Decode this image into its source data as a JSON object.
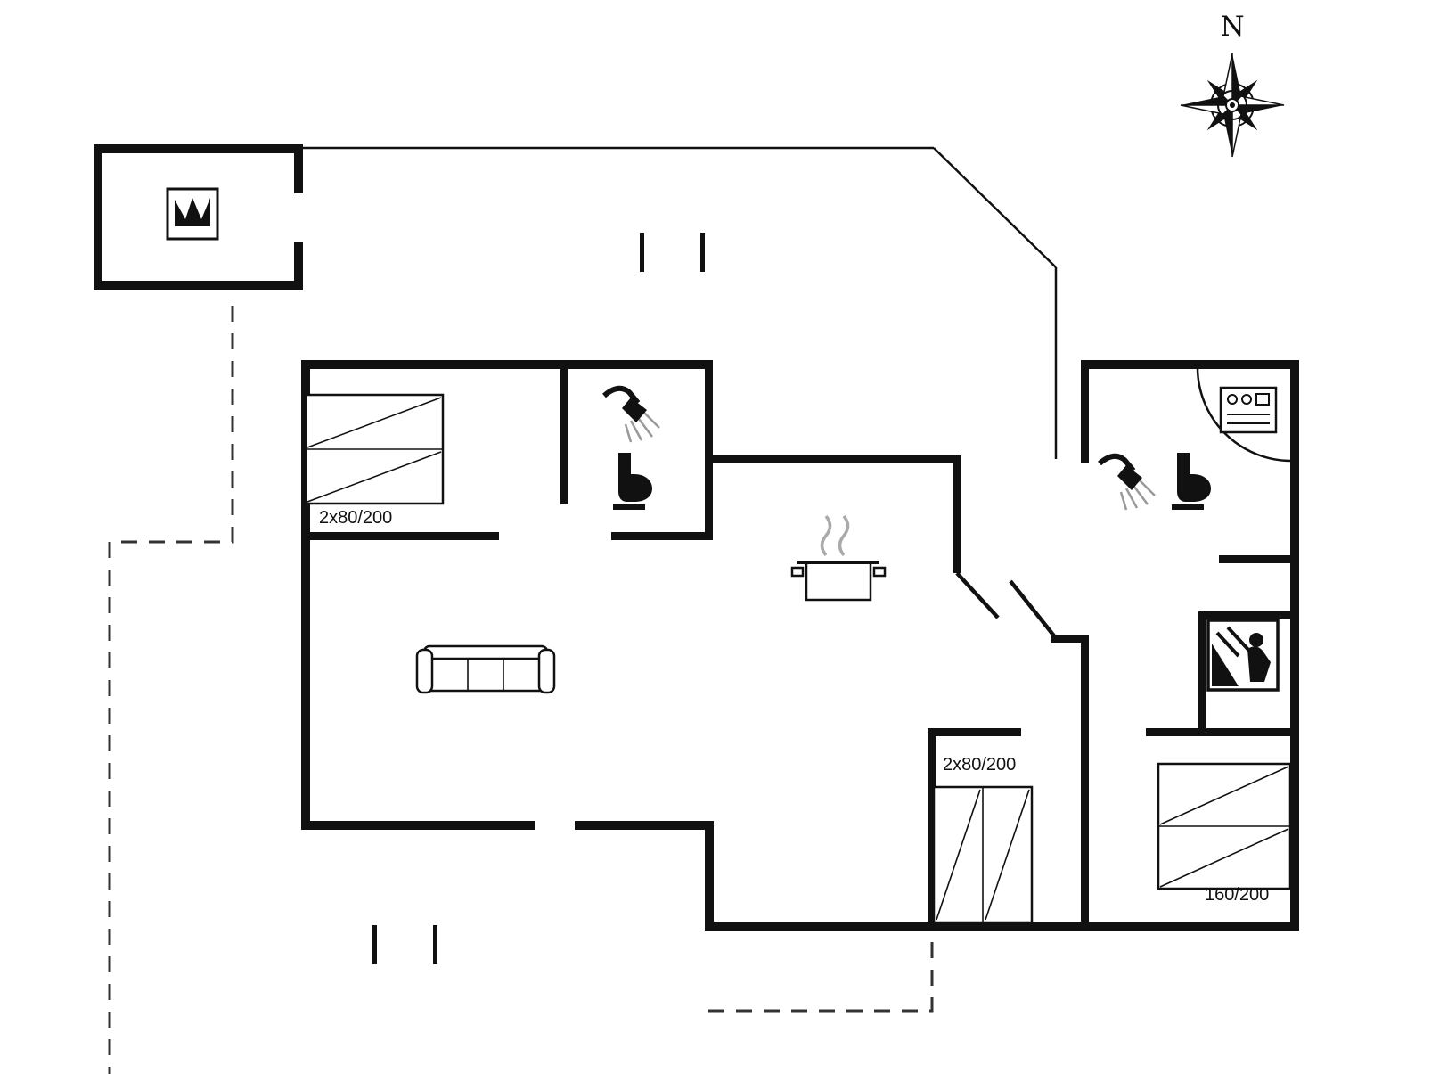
{
  "compass": {
    "label": "N"
  },
  "labels": {
    "bed1": "2x80/200",
    "bed2": "2x80/200",
    "bed3": "160/200"
  },
  "colors": {
    "line": "#111111",
    "dashed_boundary": "#333333",
    "spray": "#999999",
    "steam": "#aaaaaa",
    "background": "#ffffff"
  },
  "icons": {
    "compass_rose": "eight-point-compass-rose",
    "annex": "fireplace-stove-icon",
    "bath1": [
      "shower-icon",
      "toilet-icon"
    ],
    "bath2": [
      "shower-icon",
      "toilet-icon",
      "appliance-icon",
      "corner-shower-arc"
    ],
    "kitchen": "pot-with-steam-icon",
    "living": "sofa-icon",
    "utility": "sauna-icon"
  }
}
